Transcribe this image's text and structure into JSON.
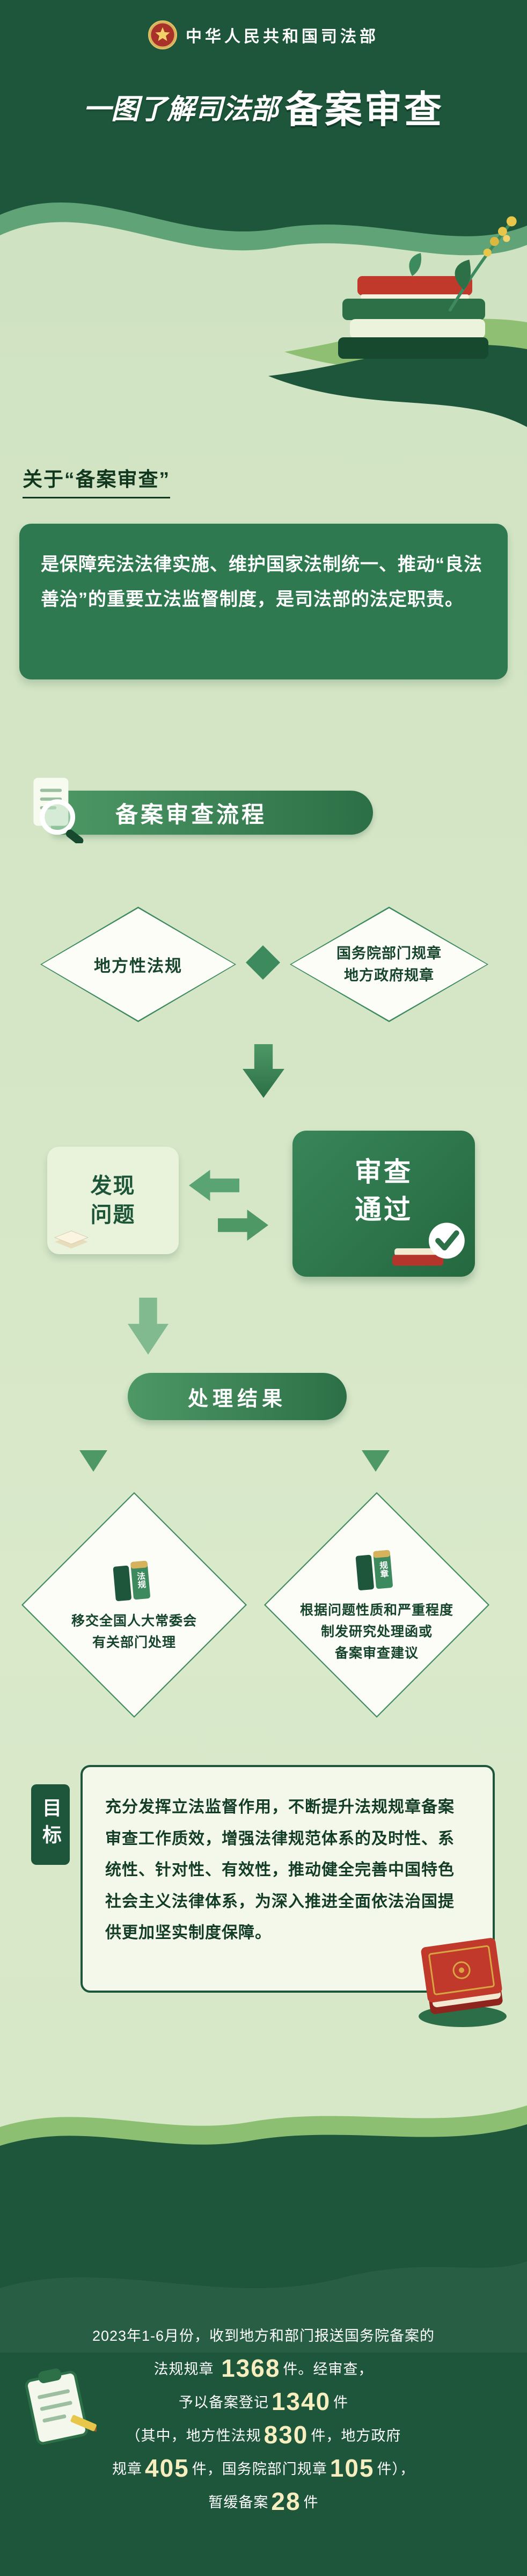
{
  "header": {
    "ministry": "中华人民共和国司法部",
    "title_script": "一图了解司法部",
    "title_main": "备案审查"
  },
  "about": {
    "heading": "关于“备案审查”",
    "body": "是保障宪法法律实施、维护国家法制统一、推动“良法善治”的重要立法监督制度，是司法部的法定职责。"
  },
  "process": {
    "banner": "备案审查流程",
    "source_left": "地方性法规",
    "source_right_lines": [
      "国务院部门规章",
      "地方政府规章"
    ],
    "found_problem": "发现问题",
    "review_pass": "审查通过",
    "result_banner": "处理结果",
    "outcomes": [
      {
        "book_label": "法规",
        "lines": [
          "移交全国人大常委会",
          "有关部门处理"
        ]
      },
      {
        "book_label": "规章",
        "lines": [
          "根据问题性质和严重程度",
          "制发研究处理函或",
          "备案审查建议"
        ]
      }
    ]
  },
  "goal": {
    "label": "目标",
    "body": "充分发挥立法监督作用，不断提升法规规章备案审查工作质效，增强法律规范体系的及时性、系统性、针对性、有效性，推动健全完善中国特色社会主义法律体系，为深入推进全面依法治国提供更加坚实制度保障。"
  },
  "stats": {
    "lines": [
      [
        {
          "k": "t",
          "v": "2023年1-6月份，收到地方和部门报送国务院备案的"
        }
      ],
      [
        {
          "k": "t",
          "v": "法规规章 "
        },
        {
          "k": "n",
          "v": "1368"
        },
        {
          "k": "t",
          "v": "件。经审查，"
        }
      ],
      [
        {
          "k": "t",
          "v": "予以备案登记"
        },
        {
          "k": "n",
          "v": "1340"
        },
        {
          "k": "t",
          "v": "件"
        }
      ],
      [
        {
          "k": "t",
          "v": "（其中，地方性法规"
        },
        {
          "k": "n",
          "v": "830"
        },
        {
          "k": "t",
          "v": "件，地方政府"
        }
      ],
      [
        {
          "k": "t",
          "v": "规章"
        },
        {
          "k": "n",
          "v": "405"
        },
        {
          "k": "t",
          "v": "件，国务院部门规章"
        },
        {
          "k": "n",
          "v": "105"
        },
        {
          "k": "t",
          "v": "件），"
        }
      ],
      [
        {
          "k": "t",
          "v": "暂缓备案"
        },
        {
          "k": "n",
          "v": "28"
        },
        {
          "k": "t",
          "v": "件"
        }
      ]
    ]
  },
  "colors": {
    "dark_green": "#1d563a",
    "mid_green": "#2e7950",
    "light_green_bg": "#cfe2c1",
    "accent_red": "#c0392b",
    "number_cream": "#f7eec0"
  }
}
